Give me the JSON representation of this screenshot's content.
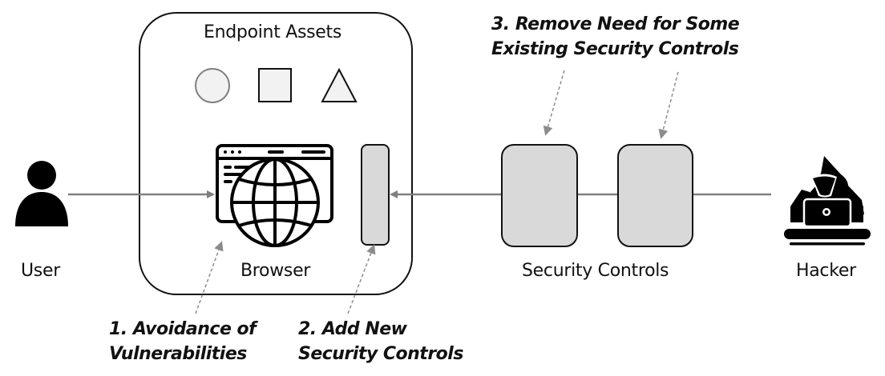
{
  "title": "Endpoint Assets",
  "nodes": {
    "user": {
      "label": "User",
      "icon": "user-icon"
    },
    "browser": {
      "label": "Browser",
      "icon": "browser-globe-icon"
    },
    "security_controls": {
      "label": "Security Controls",
      "count": 2
    },
    "hacker": {
      "label": "Hacker",
      "icon": "hacker-icon"
    }
  },
  "assets": [
    {
      "shape": "circle",
      "icon": "circle-icon"
    },
    {
      "shape": "square",
      "icon": "square-icon"
    },
    {
      "shape": "triangle",
      "icon": "triangle-icon"
    }
  ],
  "annotations": [
    {
      "line1": "1. Avoidance of",
      "line2": "Vulnerabilities"
    },
    {
      "line1": "2. Add New",
      "line2": "Security Controls"
    },
    {
      "line1": "3. Remove Need for Some",
      "line2": "Existing Security Controls"
    }
  ],
  "colors": {
    "stroke": "#111111",
    "arrow": "#7f7f7f",
    "control_fill": "#d9d9d9",
    "asset_fill": "#f2f2f2"
  }
}
